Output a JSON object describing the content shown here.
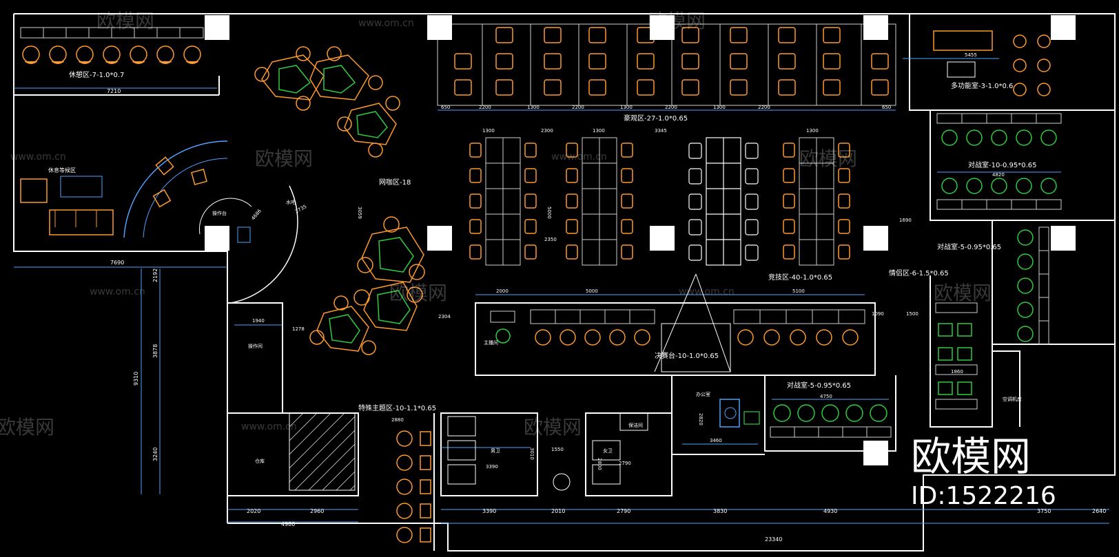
{
  "colors": {
    "background": "#000000",
    "wall": "#ffffff",
    "dimension": "#4fa3ff",
    "chair": "#ff9a2e",
    "table_green": "#2ecc40",
    "magenta": "#e040e0",
    "cyan": "#00d0d0"
  },
  "zones": {
    "rest_area": "休憩区-7-1.0*0.7",
    "reception": "休息等候区",
    "bar_counter": "操作台",
    "water_bar": "水吧",
    "cafe_lounge": "网咖区-18",
    "luxury_area": "豪观区-27-1.0*0.65",
    "multi_room": "多功能室-3-1.0*0.6",
    "battle_room_a": "对战室-10-0.95*0.65",
    "battle_room_b": "对战室-5-0.95*0.65",
    "couple_area": "情侣区-6-1.5*0.65",
    "competition_area": "竞技区-40-1.0*0.65",
    "stage": "决赛台-10-1.0*0.65",
    "theme_area": "特殊主题区-10-1.1*0.65",
    "battle_room_c": "对战室-5-0.95*0.65",
    "office": "办公室",
    "hvac_room": "空调机房",
    "operation_room": "操作间",
    "warehouse": "仓库",
    "mens_wc": "男卫",
    "womens_wc": "女卫",
    "cleaning_room": "保洁间",
    "host_booth": "主播间"
  },
  "dimensions": {
    "top_rest": "7210",
    "left_side": "7690",
    "vertical_total": "9310",
    "v_seg_a": "2192",
    "v_seg_b": "3878",
    "v_seg_c": "3240",
    "bottom_total": "23340",
    "b_seg_1": "2020",
    "b_seg_2": "2960",
    "b_seg_3": "4980",
    "b_seg_4": "3390",
    "b_seg_5": "2010",
    "b_seg_6": "2790",
    "b_seg_7": "3830",
    "b_seg_8": "4930",
    "b_seg_9": "3750",
    "b_seg_10": "2640",
    "luxury_bottom": [
      "650",
      "2200",
      "1300",
      "2200",
      "1300",
      "2200",
      "1300",
      "2200",
      "650"
    ],
    "comp_top": [
      "1300",
      "2300",
      "1300",
      "3345",
      "1300"
    ],
    "stage_top_a": "2000",
    "stage_top_b": "5000",
    "stage_top_c": "5100",
    "multi_w": "5455",
    "battle_a_w": "4820",
    "battle_c_w": "4750",
    "office_w": "3460",
    "office_h": "2820",
    "wc_w": "3390",
    "wc_h": "3010",
    "wc_f_w": "2790",
    "wc_f_h": "2800",
    "op_room_w": "1940",
    "op_room_h": "3878",
    "theme_w": "2880",
    "link_a": "1278",
    "link_b": "2304",
    "link_c": "1690",
    "link_d": "1500",
    "link_e": "1550",
    "link_f": "1860",
    "link_g": "1090",
    "arc_a": "2735",
    "arc_b": "4686",
    "arc_c": "3059",
    "col_a": "5000",
    "col_b": "2350"
  },
  "watermark": {
    "text": "欧模网",
    "url": "www.om.cn",
    "brand": "欧模网",
    "id": "ID:1522216"
  }
}
